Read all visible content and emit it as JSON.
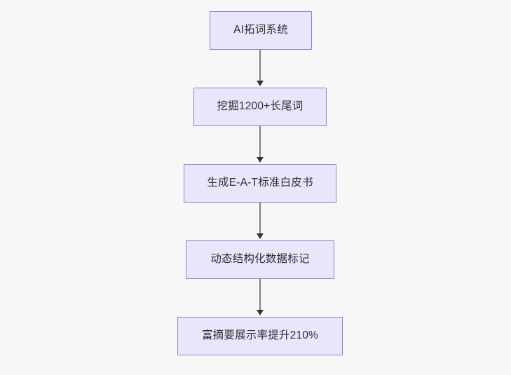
{
  "diagram": {
    "type": "flowchart",
    "direction": "top-to-bottom",
    "background_color": "#f7f7f7",
    "node_fill_color": "#e9e6fb",
    "node_border_color": "#9a7bd4",
    "node_text_color": "#2e2e33",
    "edge_line_color": "#80808a",
    "edge_arrow_color": "#333333",
    "nodes": [
      {
        "id": "node-0",
        "label": "AI拓词系统"
      },
      {
        "id": "node-1",
        "label": "挖掘1200+长尾词"
      },
      {
        "id": "node-2",
        "label": "生成E-A-T标准白皮书"
      },
      {
        "id": "node-3",
        "label": "动态结构化数据标记"
      },
      {
        "id": "node-4",
        "label": "富摘要展示率提升210%"
      }
    ],
    "edges": [
      {
        "id": "edge-0",
        "from": "node-0",
        "to": "node-1",
        "arrow": "arrow-down-icon"
      },
      {
        "id": "edge-1",
        "from": "node-1",
        "to": "node-2",
        "arrow": "arrow-down-icon"
      },
      {
        "id": "edge-2",
        "from": "node-2",
        "to": "node-3",
        "arrow": "arrow-down-icon"
      },
      {
        "id": "edge-3",
        "from": "node-3",
        "to": "node-4",
        "arrow": "arrow-down-icon"
      }
    ]
  }
}
